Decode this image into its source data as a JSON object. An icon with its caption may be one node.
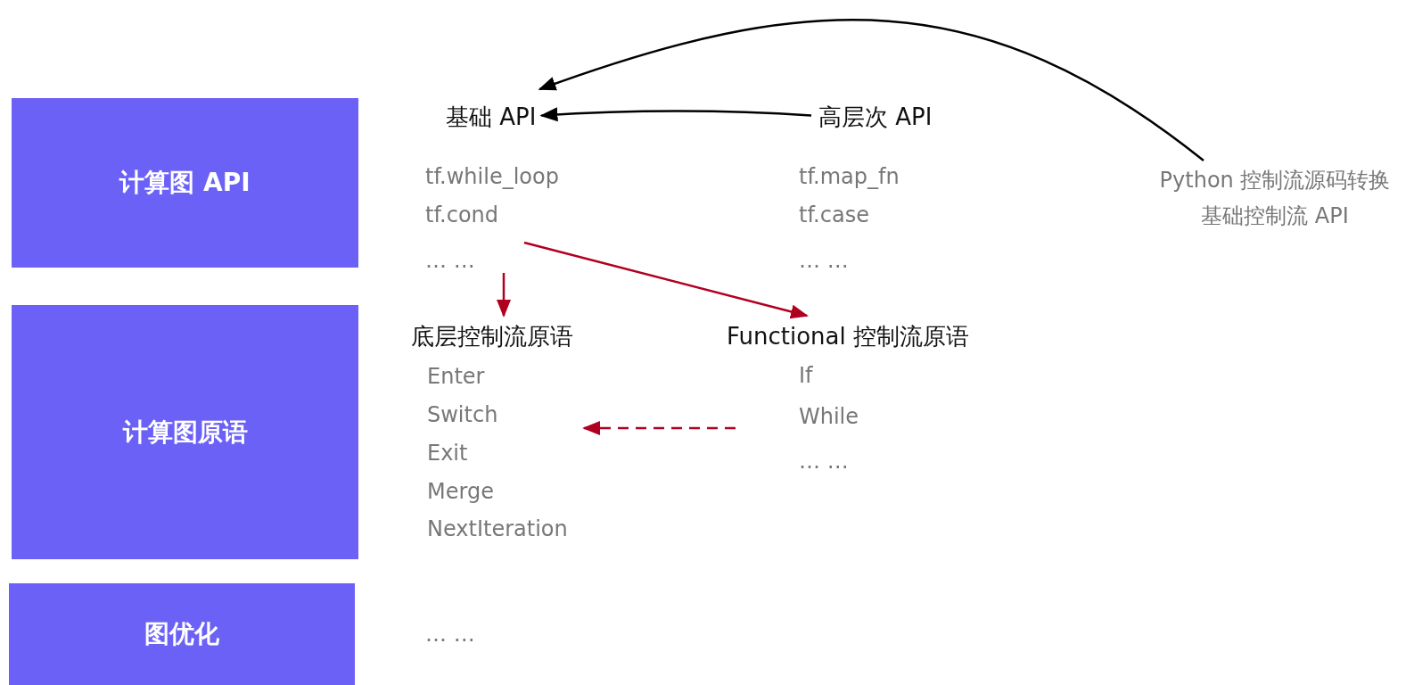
{
  "diagram": {
    "nodes": [
      {
        "text": [
          "计算图 API"
        ]
      },
      {
        "text": [
          "计算图原语"
        ]
      },
      {
        "text": [
          "图优化"
        ]
      },
      {
        "text": [
          "基础 API",
          "tf.while_loop",
          "tf.cond",
          "… …"
        ]
      },
      {
        "text": [
          "高层次 API",
          "tf.map_fn",
          "tf.case",
          "… …"
        ]
      },
      {
        "text": [
          "Python 控制流源码转换",
          "基础控制流 API"
        ]
      },
      {
        "text": [
          "底层控制流原语",
          "Enter",
          "Switch",
          "Exit",
          "Merge",
          "NextIteration"
        ]
      },
      {
        "text": [
          "Functional 控制流原语",
          "If",
          "While",
          "… …"
        ]
      }
    ],
    "edges": [
      {
        "from": 5,
        "to": 3,
        "arrow": "to",
        "color": "#000000"
      },
      {
        "from": 4,
        "to": 3,
        "arrow": "to",
        "color": "#000000"
      },
      {
        "from": 3,
        "to": 6,
        "arrow": "to"
      },
      {
        "from": 3,
        "to": 7,
        "arrow": "to"
      },
      {
        "from": 7,
        "to": 6,
        "arrow": "to",
        "style": "dashed"
      }
    ],
    "labels": [
      "… …"
    ]
  }
}
